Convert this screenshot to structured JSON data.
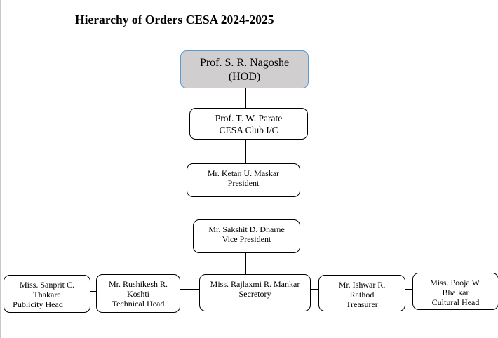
{
  "document": {
    "title": "Hierarchy of Orders CESA 2024-2025",
    "hod": {
      "line1": "Prof. S. R. Nagoshe",
      "line2": "(HOD)"
    },
    "club_incharge": {
      "line1": "Prof. T. W. Parate",
      "line2": "CESA Club I/C"
    },
    "president": {
      "line1": "Mr. Ketan U. Maskar",
      "line2": "President"
    },
    "vice_president": {
      "line1": "Mr. Sakshit D. Dharne",
      "line2": "Vice President"
    },
    "team": [
      {
        "line1": "Miss. Sanprit C.",
        "line2": "Thakare",
        "line3": "Publicity Head"
      },
      {
        "line1": "Mr. Rushikesh R.",
        "line2": "Koshti",
        "line3": "Technical Head"
      },
      {
        "line1": "Miss. Rajlaxmi R. Mankar",
        "line2": "Secretory"
      },
      {
        "line1": "Mr. Ishwar R.",
        "line2": "Rathod",
        "line3": "Treasurer"
      },
      {
        "line1": "Miss. Pooja W.",
        "line2": "Bhalkar",
        "line3": "Cultural Head"
      }
    ]
  }
}
